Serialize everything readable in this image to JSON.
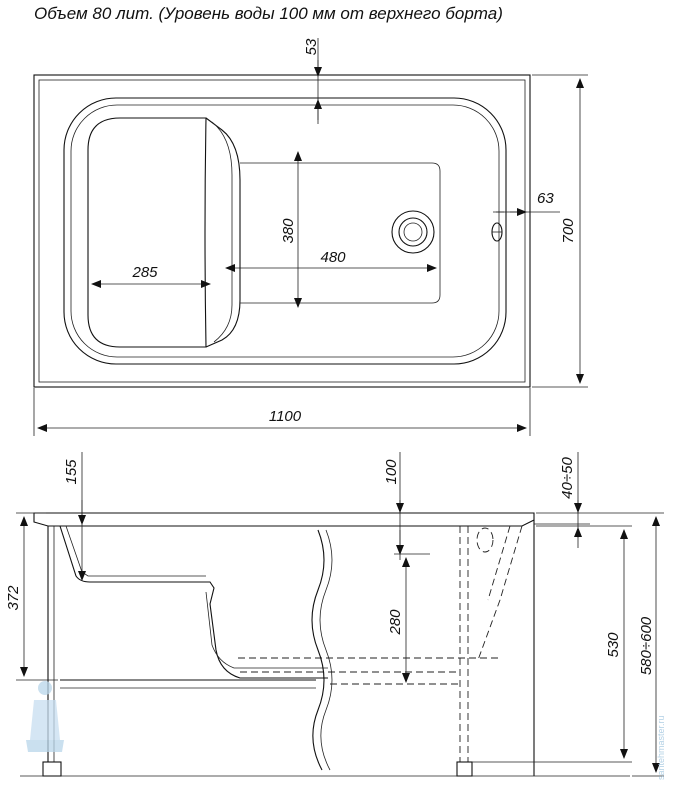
{
  "title": "Объем 80 лит. (Уровень воды 100 мм от верхнего борта)",
  "top_view": {
    "dims": {
      "rim_top": "53",
      "drain_offset": "63",
      "width": "700",
      "seat_depth": "285",
      "bottom_width": "380",
      "bottom_length": "480",
      "length": "1100"
    }
  },
  "side_view": {
    "dims": {
      "seat_rim": "155",
      "water_level": "100",
      "leg_adjust": "40÷50",
      "seat_height": "372",
      "bottom_depth": "280",
      "depth": "530",
      "total_height": "580÷600"
    }
  },
  "watermark": "santehmaster.ru"
}
